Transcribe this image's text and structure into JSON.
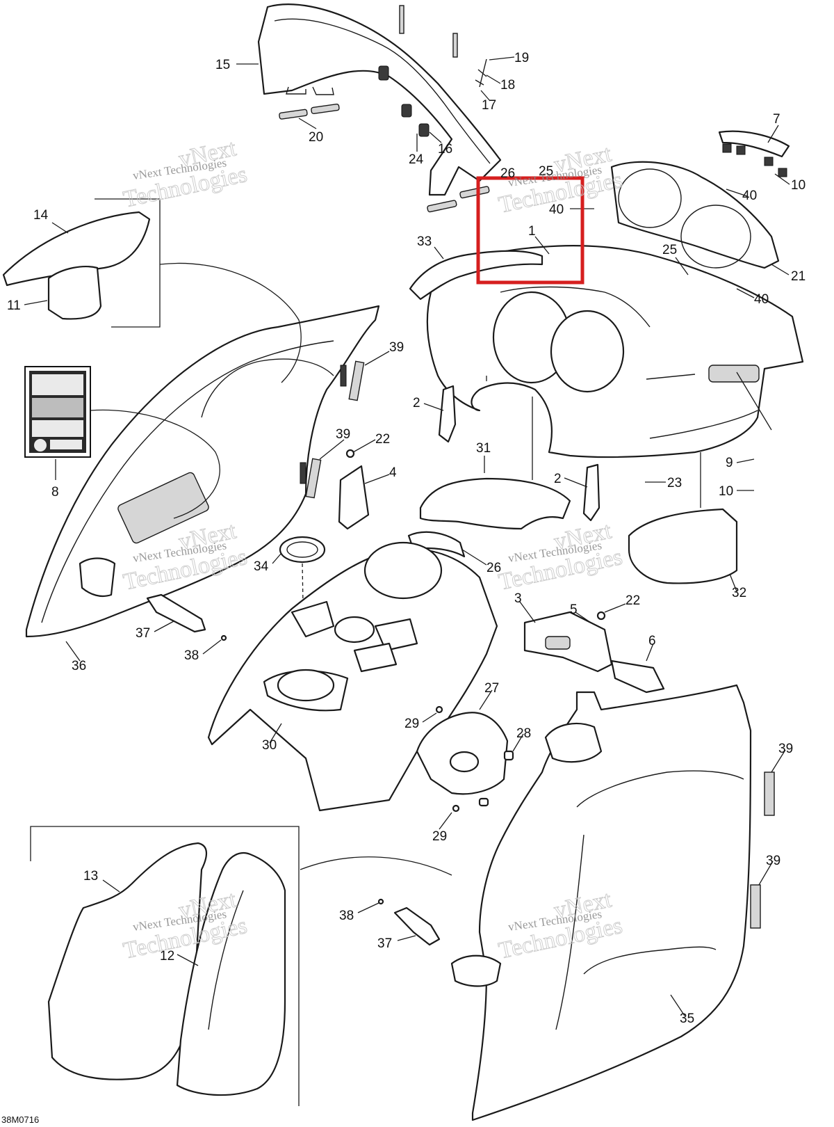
{
  "drawing_code": "38M0716",
  "watermark": {
    "line1": "vNext",
    "line2": "Technologies",
    "small": "vNext Technologies"
  },
  "highlight_color": "#d61f1f",
  "callouts": [
    {
      "id": "c15",
      "label": "15"
    },
    {
      "id": "c19",
      "label": "19"
    },
    {
      "id": "c18",
      "label": "18"
    },
    {
      "id": "c17",
      "label": "17"
    },
    {
      "id": "c20",
      "label": "20"
    },
    {
      "id": "c24",
      "label": "24"
    },
    {
      "id": "c16",
      "label": "16"
    },
    {
      "id": "c7",
      "label": "7"
    },
    {
      "id": "c10a",
      "label": "10"
    },
    {
      "id": "c26a",
      "label": "26"
    },
    {
      "id": "c25a",
      "label": "25"
    },
    {
      "id": "c40a",
      "label": "40"
    },
    {
      "id": "c40b",
      "label": "40"
    },
    {
      "id": "c1",
      "label": "1"
    },
    {
      "id": "c33",
      "label": "33"
    },
    {
      "id": "c25b",
      "label": "25"
    },
    {
      "id": "c21",
      "label": "21"
    },
    {
      "id": "c40c",
      "label": "40"
    },
    {
      "id": "c14",
      "label": "14"
    },
    {
      "id": "c11",
      "label": "11"
    },
    {
      "id": "c39a",
      "label": "39"
    },
    {
      "id": "c2a",
      "label": "2"
    },
    {
      "id": "c8",
      "label": "8"
    },
    {
      "id": "c39b",
      "label": "39"
    },
    {
      "id": "c22a",
      "label": "22"
    },
    {
      "id": "c4",
      "label": "4"
    },
    {
      "id": "c31",
      "label": "31"
    },
    {
      "id": "c2b",
      "label": "2"
    },
    {
      "id": "c23",
      "label": "23"
    },
    {
      "id": "c9",
      "label": "9"
    },
    {
      "id": "c10b",
      "label": "10"
    },
    {
      "id": "c34",
      "label": "34"
    },
    {
      "id": "c26b",
      "label": "26"
    },
    {
      "id": "c32",
      "label": "32"
    },
    {
      "id": "c3",
      "label": "3"
    },
    {
      "id": "c5",
      "label": "5"
    },
    {
      "id": "c22b",
      "label": "22"
    },
    {
      "id": "c6",
      "label": "6"
    },
    {
      "id": "c37a",
      "label": "37"
    },
    {
      "id": "c38a",
      "label": "38"
    },
    {
      "id": "c36",
      "label": "36"
    },
    {
      "id": "c27",
      "label": "27"
    },
    {
      "id": "c29a",
      "label": "29"
    },
    {
      "id": "c28",
      "label": "28"
    },
    {
      "id": "c30",
      "label": "30"
    },
    {
      "id": "c39c",
      "label": "39"
    },
    {
      "id": "c29b",
      "label": "29"
    },
    {
      "id": "c39d",
      "label": "39"
    },
    {
      "id": "c13",
      "label": "13"
    },
    {
      "id": "c38b",
      "label": "38"
    },
    {
      "id": "c37b",
      "label": "37"
    },
    {
      "id": "c12",
      "label": "12"
    },
    {
      "id": "c35",
      "label": "35"
    }
  ]
}
